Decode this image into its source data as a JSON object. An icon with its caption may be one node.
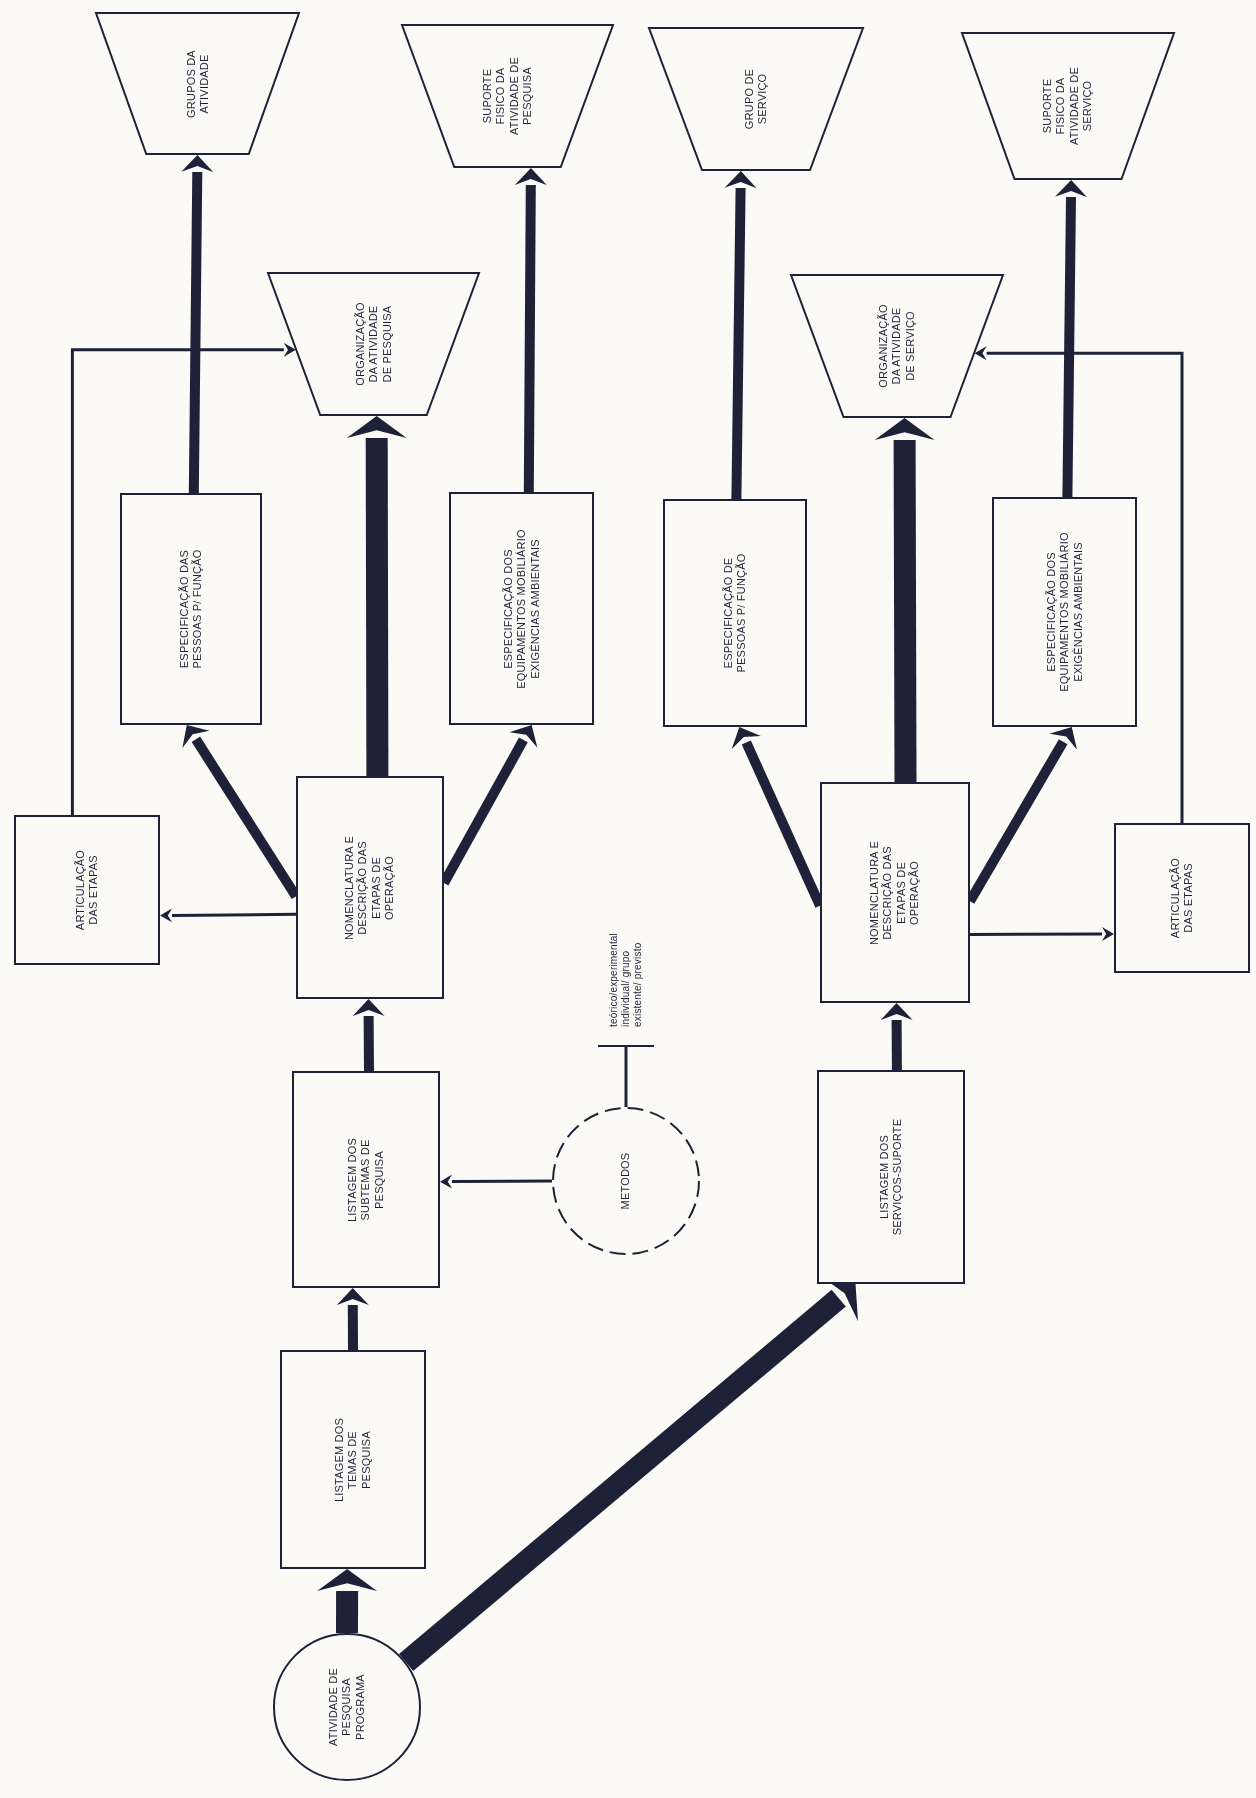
{
  "diagram": {
    "nodes": [
      {
        "text": [
          "GRUPOS DA ATIVIDADE"
        ]
      },
      {
        "text": [
          "SUPORTE FISICO DA ATIVIDADE DE PESQUISA"
        ]
      },
      {
        "text": [
          "GRUPO DE SERVIÇO"
        ]
      },
      {
        "text": [
          "SUPORTE FISICO DA ATIVIDADE DE SERVIÇO"
        ]
      },
      {
        "text": [
          "ORGANIZAÇÃO DA ATIVIDADE DE PESQUISA"
        ]
      },
      {
        "text": [
          "ORGANIZAÇÃO DA ATIVIDADE DE SERVIÇO"
        ]
      },
      {
        "text": [
          "ESPECIFICAÇÃO DAS PESSOAS P/ FUNÇÃO"
        ]
      },
      {
        "text": [
          "ESPECIFICAÇÃO DOS EQUIPAMENTOS MOBILIÁRIO EXIGÊNCIAS AMBIENTAIS"
        ]
      },
      {
        "text": [
          "ESPECIFICAÇÃO DE PESSOAS P/ FUNÇÃO"
        ]
      },
      {
        "text": [
          "ESPECIFICAÇÃO DOS EQUIPAMENTOS MOBILIÁRIO EXIGÊNCIAS AMBIENTAIS"
        ]
      },
      {
        "text": [
          "NOMENCLATURA E DESCRIÇÃO DAS ETAPAS DE OPERAÇÃO"
        ]
      },
      {
        "text": [
          "NOMENCLATURA E DESCRIÇÃO DAS ETAPAS DE OPERAÇÃO"
        ]
      },
      {
        "text": [
          "ARTICULAÇÃO DAS ETAPAS"
        ]
      },
      {
        "text": [
          "ARTICULAÇÃO DAS ETAPAS"
        ]
      },
      {
        "text": [
          "teórico/experimental individual/ grupo existente/ previsto"
        ]
      },
      {
        "text": [
          "LISTAGEM DOS SUBTEMAS DE PESQUISA"
        ]
      },
      {
        "text": [
          "LISTAGEM DOS SERVIÇOS-SUPORTE"
        ]
      },
      {
        "text": [
          "METODOS"
        ]
      },
      {
        "text": [
          "LISTAGEM DOS TEMAS DE PESQUISA"
        ]
      },
      {
        "text": [
          "ATIVIDADE DE PESQUISA PROGRAMA"
        ]
      }
    ],
    "edges": [
      {
        "from": 19,
        "to": 18,
        "arrow": "to",
        "style": "thick"
      },
      {
        "from": 18,
        "to": 15,
        "arrow": "to"
      },
      {
        "from": 15,
        "to": 10,
        "arrow": "to"
      },
      {
        "from": 10,
        "to": 6,
        "arrow": "to"
      },
      {
        "from": 10,
        "to": 4,
        "arrow": "to",
        "style": "thick"
      },
      {
        "from": 10,
        "to": 7,
        "arrow": "to"
      },
      {
        "from": 10,
        "to": 12,
        "arrow": "to"
      },
      {
        "from": 12,
        "to": 4,
        "arrow": "to"
      },
      {
        "from": 6,
        "to": 0,
        "arrow": "to"
      },
      {
        "from": 7,
        "to": 1,
        "arrow": "to"
      },
      {
        "from": 17,
        "to": 15,
        "arrow": "to"
      },
      {
        "from": 19,
        "to": 16,
        "arrow": "to",
        "style": "thick"
      },
      {
        "from": 16,
        "to": 11,
        "arrow": "to"
      },
      {
        "from": 11,
        "to": 8,
        "arrow": "to"
      },
      {
        "from": 11,
        "to": 5,
        "arrow": "to",
        "style": "thick"
      },
      {
        "from": 11,
        "to": 9,
        "arrow": "to"
      },
      {
        "from": 11,
        "to": 13,
        "arrow": "to"
      },
      {
        "from": 13,
        "to": 5,
        "arrow": "to"
      },
      {
        "from": 8,
        "to": 2,
        "arrow": "to"
      },
      {
        "from": 9,
        "to": 3,
        "arrow": "to"
      },
      {
        "from": 17,
        "to": 14,
        "arrow": "none"
      }
    ]
  }
}
